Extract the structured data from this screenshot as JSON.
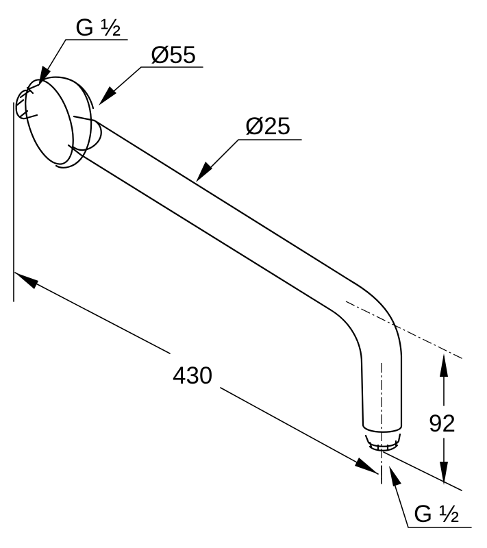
{
  "dimensions": {
    "inlet_thread": "G ½",
    "flange_diameter": "Ø55",
    "pipe_diameter": "Ø25",
    "length": "430",
    "height": "92",
    "outlet_thread": "G ½"
  },
  "colors": {
    "line": "#000000",
    "background": "#ffffff"
  }
}
